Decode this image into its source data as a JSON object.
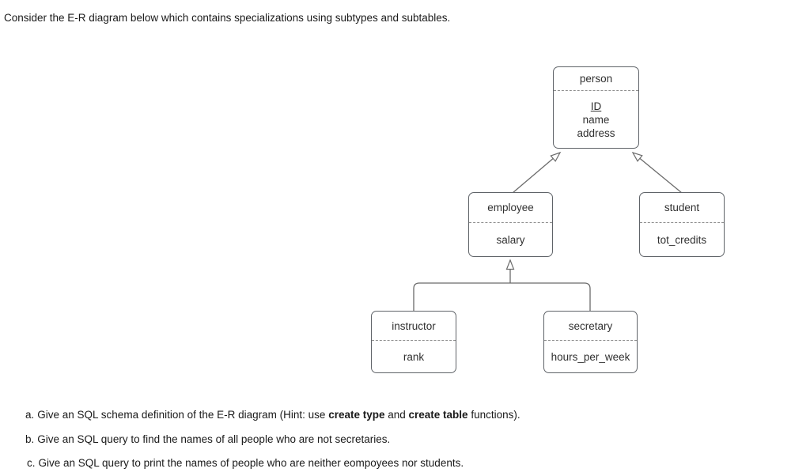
{
  "page": {
    "intro": "Consider the E-R diagram below which contains specializations using subtypes and subtables."
  },
  "diagram": {
    "border_color": "#5f6368",
    "line_color": "#6b6b6b",
    "text_color": "#303030",
    "entities": [
      {
        "title": "person",
        "attributes": [
          {
            "text": "ID",
            "underline": true
          },
          {
            "text": "name",
            "underline": false
          },
          {
            "text": "address",
            "underline": false
          }
        ]
      },
      {
        "title": "employee",
        "attributes": [
          {
            "text": "salary",
            "underline": false
          }
        ]
      },
      {
        "title": "student",
        "attributes": [
          {
            "text": "tot_credits",
            "underline": false
          }
        ]
      },
      {
        "title": "instructor",
        "attributes": [
          {
            "text": "rank",
            "underline": false
          }
        ]
      },
      {
        "title": "secretary",
        "attributes": [
          {
            "text": "hours_per_week",
            "underline": false
          }
        ]
      }
    ],
    "relations": [
      {
        "from": "employee",
        "to": "person",
        "arrow": "hollow-triangle"
      },
      {
        "from": "student",
        "to": "person",
        "arrow": "hollow-triangle"
      },
      {
        "from": "instructor",
        "to": "employee",
        "arrow": "hollow-triangle"
      },
      {
        "from": "secretary",
        "to": "employee",
        "arrow": "hollow-triangle"
      }
    ]
  },
  "questions": [
    {
      "prefix": "a.",
      "segments": [
        {
          "text": "Give an SQL schema definition of the E-R diagram (Hint: use ",
          "bold": false
        },
        {
          "text": "create type",
          "bold": true
        },
        {
          "text": " and ",
          "bold": false
        },
        {
          "text": "create table",
          "bold": true
        },
        {
          "text": " functions).",
          "bold": false
        }
      ]
    },
    {
      "prefix": "b.",
      "segments": [
        {
          "text": "Give an SQL query to find the names of all people who are not secretaries.",
          "bold": false
        }
      ]
    },
    {
      "prefix": "c.",
      "segments": [
        {
          "text": "Give an SQL query to print the names of people who are neither eompoyees nor students.",
          "bold": false
        }
      ]
    }
  ]
}
